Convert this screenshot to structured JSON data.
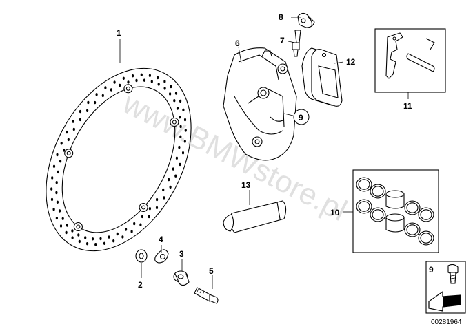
{
  "callouts": [
    {
      "id": "1",
      "label": "1"
    },
    {
      "id": "2",
      "label": "2"
    },
    {
      "id": "3",
      "label": "3"
    },
    {
      "id": "4",
      "label": "4"
    },
    {
      "id": "5",
      "label": "5"
    },
    {
      "id": "6",
      "label": "6"
    },
    {
      "id": "7",
      "label": "7"
    },
    {
      "id": "8",
      "label": "8"
    },
    {
      "id": "9",
      "label": "9"
    },
    {
      "id": "10",
      "label": "10"
    },
    {
      "id": "11",
      "label": "11"
    },
    {
      "id": "12",
      "label": "12"
    },
    {
      "id": "13",
      "label": "13"
    }
  ],
  "legend_box": {
    "label": "9"
  },
  "diagram_code": "00281964",
  "watermark": "www.BMWstore.pl"
}
